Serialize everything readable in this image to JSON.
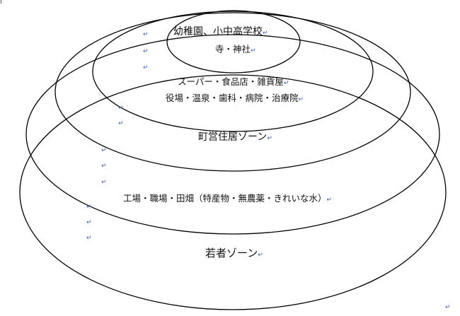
{
  "paragraph_mark": "↵",
  "mark_color": "#3a5fbf",
  "zones": [
    {
      "id": "inner",
      "lines": [
        "幼稚園、小中高学校",
        "寺・神社"
      ]
    },
    {
      "id": "second",
      "lines": [
        "スーパー・食品店・雑貨屋",
        "役場・温泉・歯科・病院・治療院"
      ]
    },
    {
      "id": "third",
      "lines": [
        "町営住居ゾーン"
      ]
    },
    {
      "id": "fourth",
      "lines": [
        "工場・職場・田畑（特産物・無農薬・きれいな水）"
      ]
    },
    {
      "id": "outer",
      "lines": [
        "若者ゾーン"
      ]
    }
  ]
}
